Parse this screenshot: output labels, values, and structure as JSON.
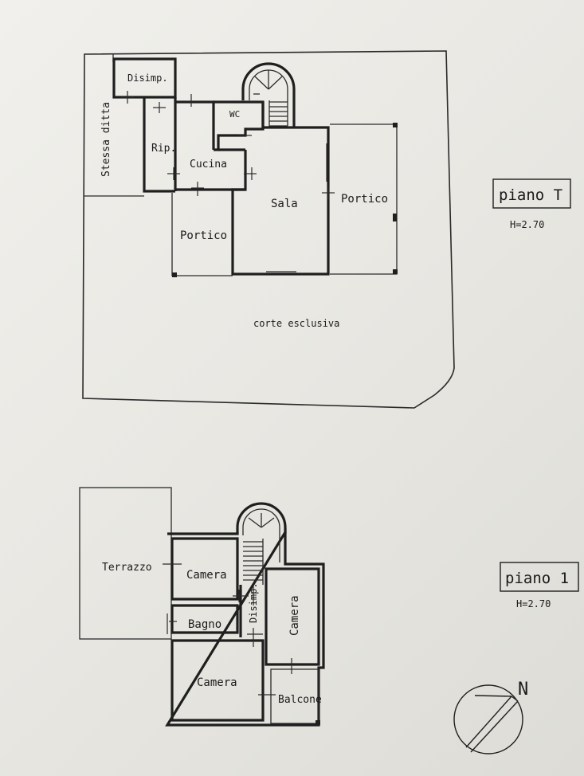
{
  "ground_floor": {
    "rooms": {
      "disimp": "Disimp.",
      "stessa_ditta": "Stessa ditta",
      "rip": "Rip.",
      "cucina": "Cucina",
      "wc": "WC",
      "sala": "Sala",
      "portico_left": "Portico",
      "portico_right": "Portico",
      "corte": "corte esclusiva"
    },
    "title": "piano T",
    "height": "H=2.70"
  },
  "first_floor": {
    "rooms": {
      "terrazzo": "Terrazzo",
      "camera_top": "Camera",
      "bagno": "Bagno",
      "disimp": "Disimp.",
      "camera_right": "Camera",
      "camera_bottom": "Camera",
      "balcone": "Balcone"
    },
    "title": "piano 1",
    "height": "H=2.70"
  },
  "compass": {
    "north_label": "N"
  }
}
